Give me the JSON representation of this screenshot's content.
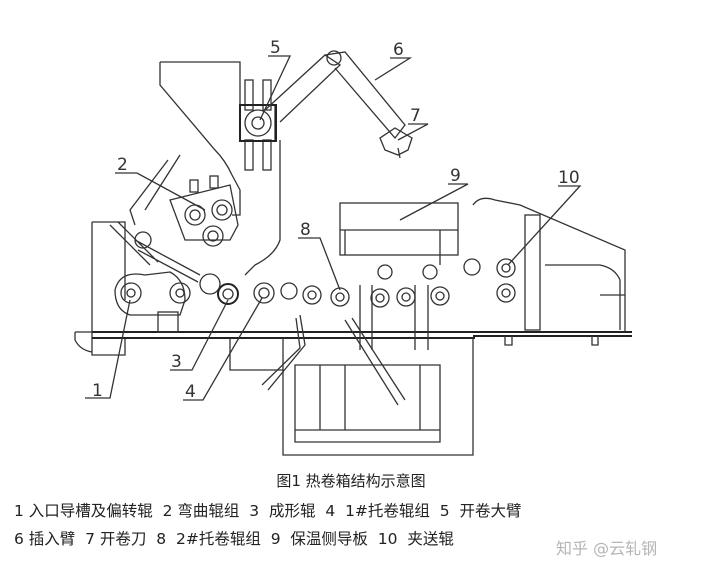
{
  "figure": {
    "labels": [
      "1",
      "2",
      "3",
      "4",
      "5",
      "6",
      "7",
      "8",
      "9",
      "10"
    ],
    "caption": "图1 热卷箱结构示意图",
    "legend_line1": "1 入口导槽及偏转辊  2 弯曲辊组  3  成形辊  4  1#托卷辊组  5  开卷大臂",
    "legend_line2": "6 插入臂  7 开卷刀  8  2#托卷辊组  9  保温侧导板  10  夹送辊"
  },
  "watermark": "知乎 @云轧钢"
}
